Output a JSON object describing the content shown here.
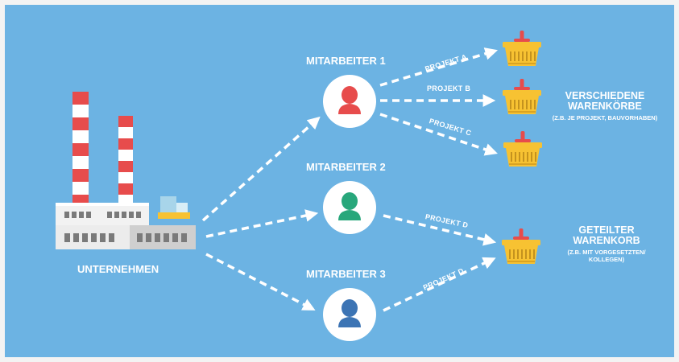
{
  "company": {
    "label": "UNTERNEHMEN"
  },
  "employees": [
    {
      "label": "MITARBEITER 1",
      "color": "#e74c4c"
    },
    {
      "label": "MITARBEITER 2",
      "color": "#28a77b"
    },
    {
      "label": "MITARBEITER 3",
      "color": "#3c74b4"
    }
  ],
  "projects": {
    "a": "PROJEKT A",
    "b": "PROJEKT B",
    "c": "PROJEKT C",
    "d1": "PROJEKT D",
    "d2": "PROJEKT D"
  },
  "groups": {
    "separate": {
      "title_line1": "VERSCHIEDENE",
      "title_line2": "WARENKÖRBE",
      "subtitle": "(Z.B. JE PROJEKT, BAUVORHABEN)"
    },
    "shared": {
      "title_line1": "GETEILTER",
      "title_line2": "WARENKORB",
      "subtitle_line1": "(Z.B. MIT VORGESETZTEN/",
      "subtitle_line2": "KOLLEGEN)"
    }
  },
  "colors": {
    "background": "#6cb3e3",
    "basket": "#f7c232",
    "handle": "#e74c4c",
    "chimney_red": "#e74c4c",
    "arrow": "#ffffff"
  }
}
